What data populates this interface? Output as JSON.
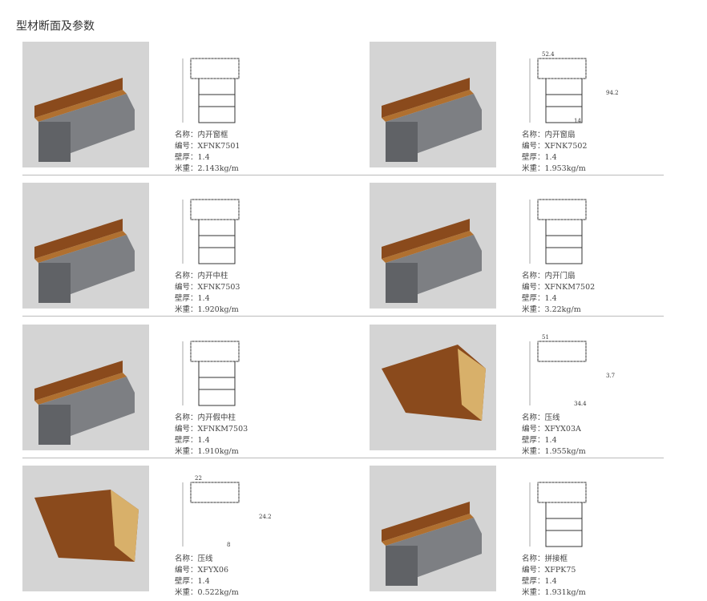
{
  "page_title": "型材断面及参数",
  "labels": {
    "name": "名称：",
    "code": "编号：",
    "thickness": "壁厚：",
    "weight": "米重："
  },
  "products": [
    {
      "name": "内开窗框",
      "code": "XFNK7501",
      "thickness": "1.4",
      "weight": "2.143kg/m",
      "dims": []
    },
    {
      "name": "内开窗扇",
      "code": "XFNK7502",
      "thickness": "1.4",
      "weight": "1.953kg/m",
      "dims": [
        "52.4",
        "94.2",
        "14"
      ]
    },
    {
      "name": "内开中柱",
      "code": "XFNK7503",
      "thickness": "1.4",
      "weight": "1.920kg/m",
      "dims": []
    },
    {
      "name": "内开门扇",
      "code": "XFNKM7502",
      "thickness": "1.4",
      "weight": "3.22kg/m",
      "dims": []
    },
    {
      "name": "内开假中柱",
      "code": "XFNKM7503",
      "thickness": "1.4",
      "weight": "1.910kg/m",
      "dims": []
    },
    {
      "name": "压线",
      "code": "XFYX03A",
      "thickness": "1.4",
      "weight": "1.955kg/m",
      "dims": [
        "51",
        "3.7",
        "34.4"
      ]
    },
    {
      "name": "压线",
      "code": "XFYX06",
      "thickness": "1.4",
      "weight": "0.522kg/m",
      "dims": [
        "22",
        "24.2",
        "8"
      ]
    },
    {
      "name": "拼接框",
      "code": "XFPK75",
      "thickness": "1.4",
      "weight": "1.931kg/m",
      "dims": []
    }
  ],
  "colors": {
    "wood": "#8a4a1c",
    "aluminum": "#7d7f83",
    "photo_bg": "#d4d4d4"
  }
}
